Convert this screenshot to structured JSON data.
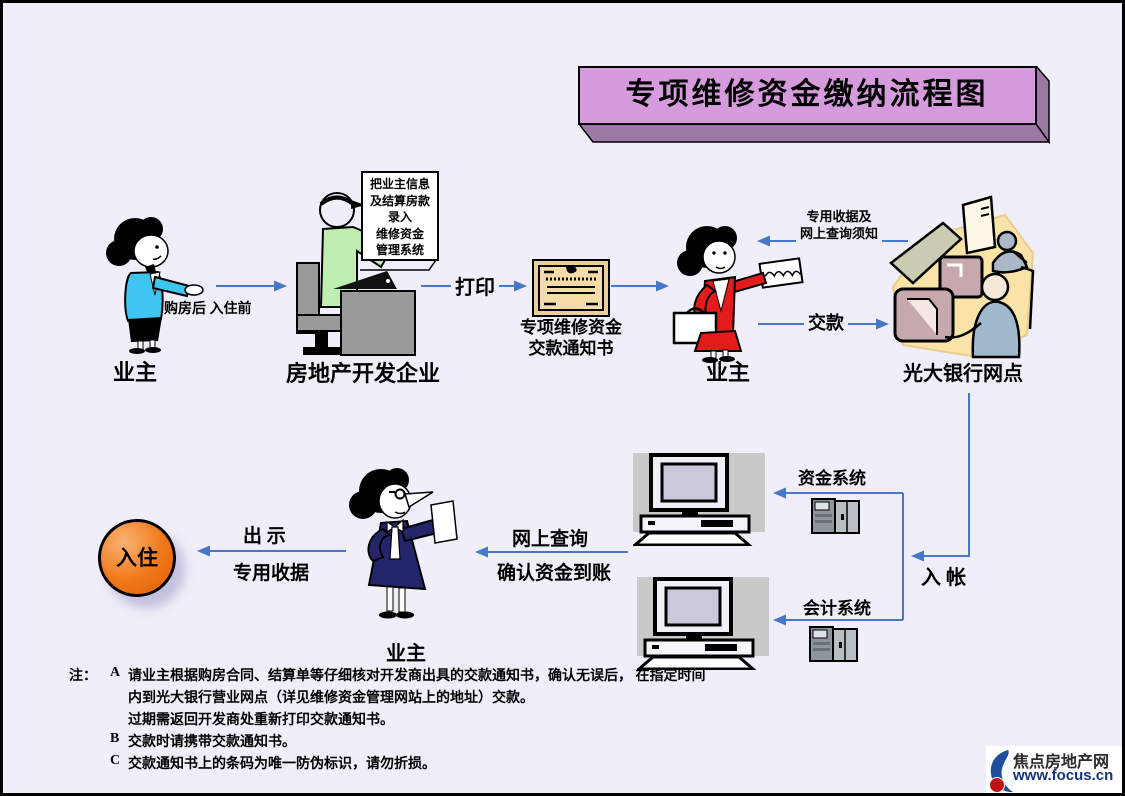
{
  "title": "专项维修资金缴纳流程图",
  "colors": {
    "background": "#F0EEF8",
    "arrow": "#4677C8",
    "title_fill": "#D59BDC",
    "title_side": "#9B79A3",
    "move_in_fill": "#F07818",
    "document_fill": "#F2D9A6"
  },
  "nodes": {
    "owner1": {
      "label": "业主"
    },
    "developer": {
      "label": "房地产开发企业"
    },
    "developer_note": {
      "line1": "把业主信息",
      "line2": "及结算房款",
      "line3": "录入",
      "line4": "维修资金",
      "line5": "管理系统"
    },
    "notice": {
      "line1": "专项维修资金",
      "line2": "交款通知书"
    },
    "owner2": {
      "label": "业主"
    },
    "bank": {
      "label": "光大银行网点"
    },
    "fund_system": {
      "label": "资金系统"
    },
    "accounting_system": {
      "label": "会计系统"
    },
    "owner3": {
      "label": "业主"
    },
    "move_in": {
      "label": "入住"
    }
  },
  "edges": {
    "purchase": {
      "label": "购房后 入住前"
    },
    "print": {
      "label": "打印"
    },
    "receipt_notice": {
      "line1": "专用收据及",
      "line2": "网上查询须知"
    },
    "pay": {
      "label": "交款"
    },
    "posting": {
      "label": "入 帐"
    },
    "online_check": {
      "line1": "网上查询",
      "line2": "确认资金到账"
    },
    "show_receipt": {
      "line1": "出 示",
      "line2": "专用收据"
    }
  },
  "notes": {
    "prefix": "注：",
    "a_key": "A",
    "a_line1": "请业主根据购房合同、结算单等仔细核对开发商出具的交款通知书，确认无误后， 在指定时间",
    "a_line2": "内到光大银行营业网点（详见维修资金管理网站上的地址）交款。",
    "a_line3": "过期需返回开发商处重新打印交款通知书。",
    "b_key": "B",
    "b_line1": "交款时请携带交款通知书。",
    "c_key": "C",
    "c_line1": "交款通知书上的条码为唯一防伪标识，请勿折损。"
  },
  "logo": {
    "site_name": "焦点房地产网",
    "site_url": "www.focus.cn"
  }
}
